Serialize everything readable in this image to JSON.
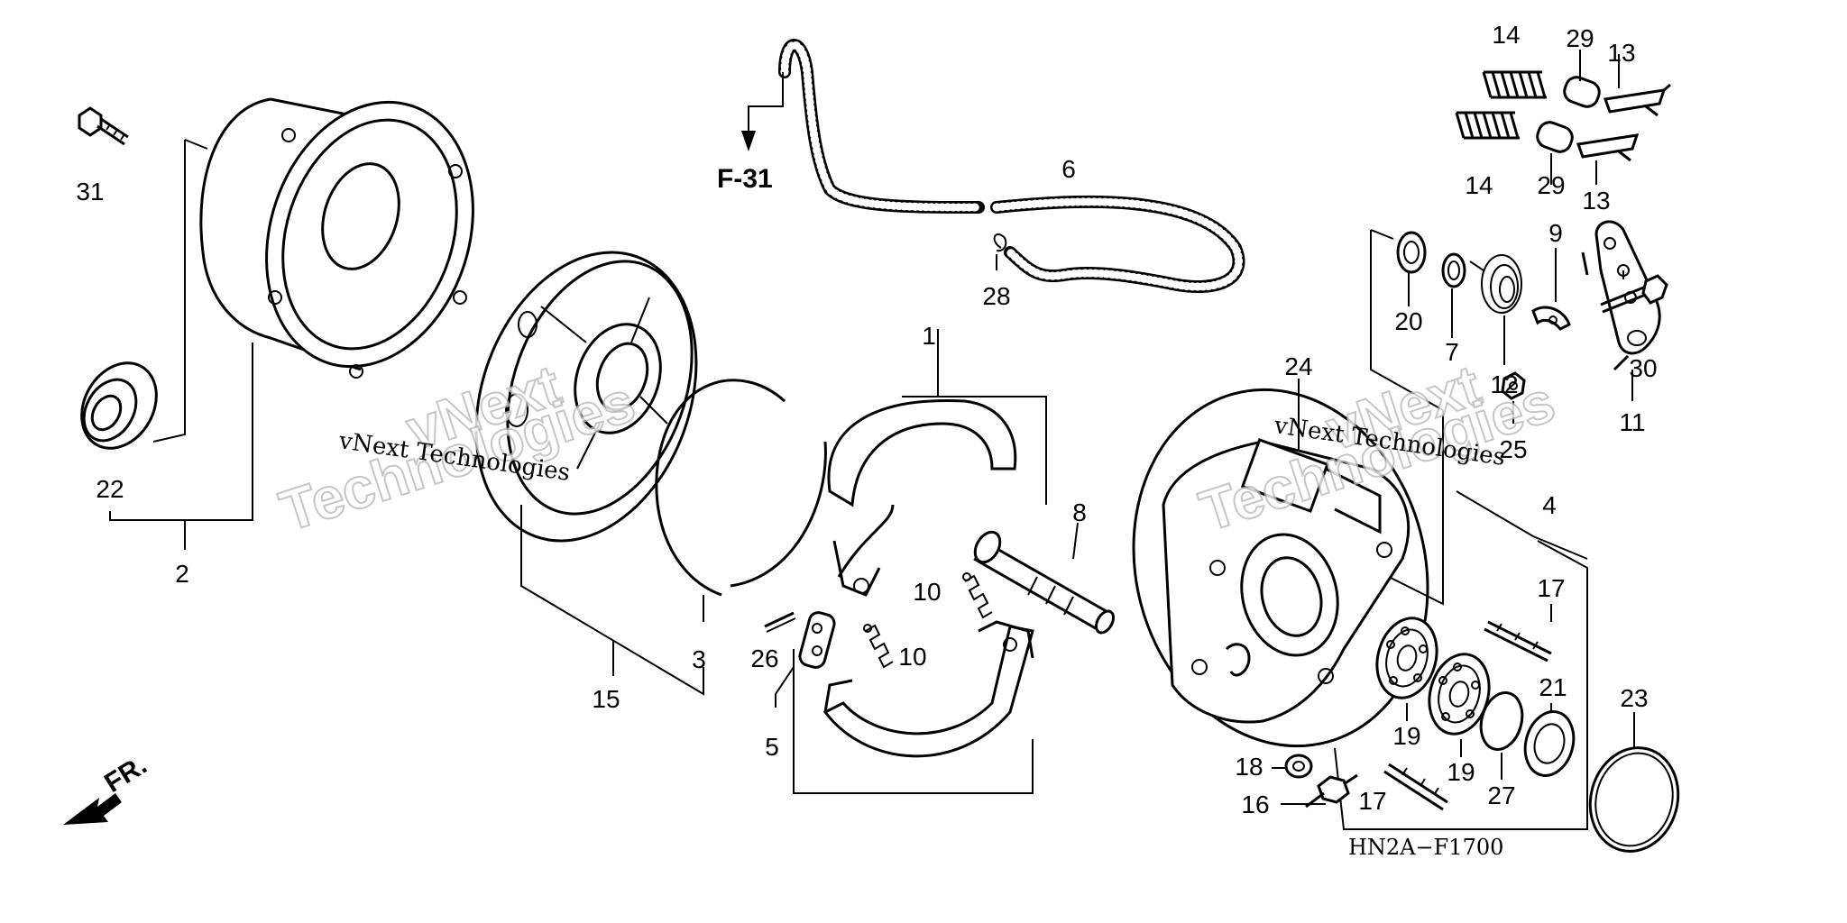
{
  "diagram": {
    "code": "HN2A−F1700",
    "ref_label": "F-31",
    "front_label": "FR.",
    "watermark": {
      "small": "vNext Technologies",
      "big_line1": "vNext",
      "big_line2": "Technologies"
    },
    "callouts": [
      {
        "id": "c1",
        "text": "1"
      },
      {
        "id": "c2",
        "text": "2"
      },
      {
        "id": "c3",
        "text": "3"
      },
      {
        "id": "c4",
        "text": "4"
      },
      {
        "id": "c5",
        "text": "5"
      },
      {
        "id": "c6",
        "text": "6"
      },
      {
        "id": "c7",
        "text": "7"
      },
      {
        "id": "c8",
        "text": "8"
      },
      {
        "id": "c9",
        "text": "9"
      },
      {
        "id": "c10a",
        "text": "10"
      },
      {
        "id": "c10b",
        "text": "10"
      },
      {
        "id": "c11",
        "text": "11"
      },
      {
        "id": "c12",
        "text": "12"
      },
      {
        "id": "c13a",
        "text": "13"
      },
      {
        "id": "c13b",
        "text": "13"
      },
      {
        "id": "c14a",
        "text": "14"
      },
      {
        "id": "c14b",
        "text": "14"
      },
      {
        "id": "c15",
        "text": "15"
      },
      {
        "id": "c16",
        "text": "16"
      },
      {
        "id": "c17a",
        "text": "17"
      },
      {
        "id": "c17b",
        "text": "17"
      },
      {
        "id": "c18",
        "text": "18"
      },
      {
        "id": "c19a",
        "text": "19"
      },
      {
        "id": "c19b",
        "text": "19"
      },
      {
        "id": "c20",
        "text": "20"
      },
      {
        "id": "c21",
        "text": "21"
      },
      {
        "id": "c22",
        "text": "22"
      },
      {
        "id": "c23",
        "text": "23"
      },
      {
        "id": "c24",
        "text": "24"
      },
      {
        "id": "c25",
        "text": "25"
      },
      {
        "id": "c26",
        "text": "26"
      },
      {
        "id": "c27",
        "text": "27"
      },
      {
        "id": "c28",
        "text": "28"
      },
      {
        "id": "c29a",
        "text": "29"
      },
      {
        "id": "c29b",
        "text": "29"
      },
      {
        "id": "c30",
        "text": "30"
      },
      {
        "id": "c31",
        "text": "31"
      }
    ]
  }
}
